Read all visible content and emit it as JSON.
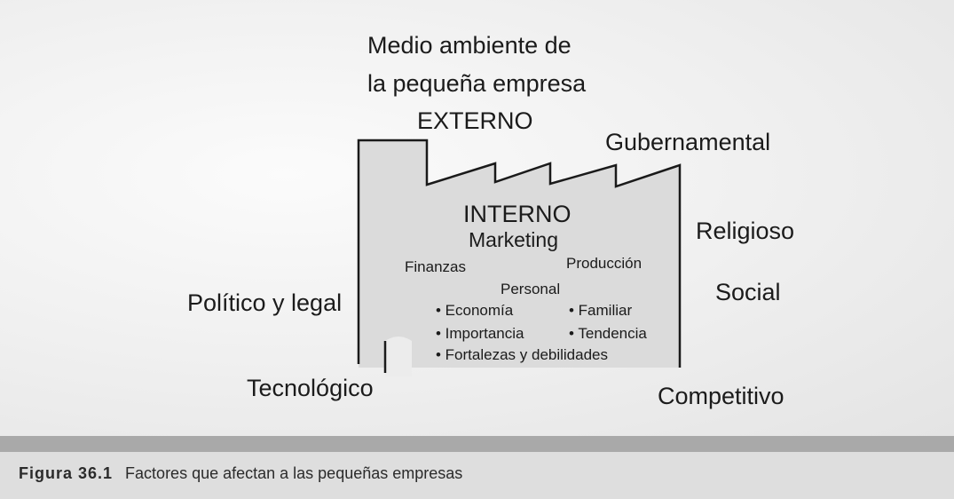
{
  "diagram": {
    "title_line1": "Medio ambiente de",
    "title_line2": "la pequeña empresa",
    "externo": "EXTERNO",
    "external_factors": {
      "gubernamental": "Gubernamental",
      "religioso": "Religioso",
      "social": "Social",
      "politico": "Político y legal",
      "tecnologico": "Tecnológico",
      "competitivo": "Competitivo"
    },
    "interno": "INTERNO",
    "internal_areas": {
      "marketing": "Marketing",
      "finanzas": "Finanzas",
      "produccion": "Producción",
      "personal": "Personal"
    },
    "bullets": {
      "economia": "• Economía",
      "familiar": "• Familiar",
      "importancia": "• Importancia",
      "tendencia": "• Tendencia",
      "fortalezas": "• Fortalezas y debilidades"
    }
  },
  "caption": {
    "label": "Figura 36.1",
    "text": "Factores que afectan a las pequeñas empresas"
  }
}
